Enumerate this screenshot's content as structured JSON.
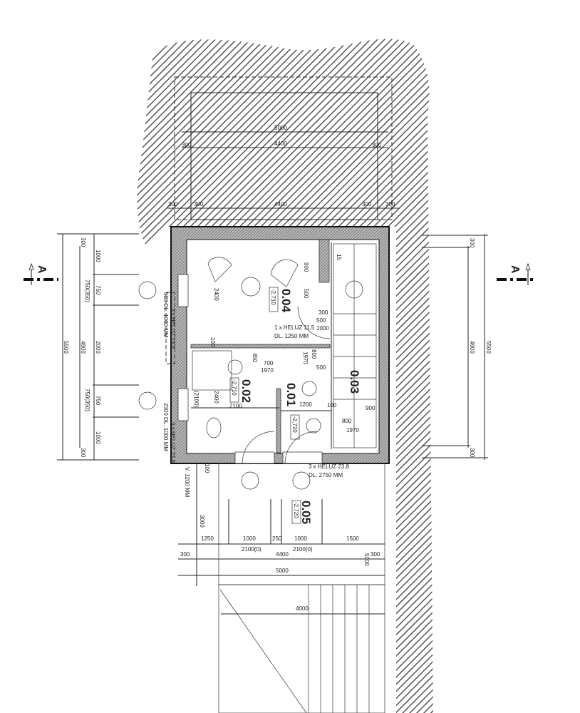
{
  "title": "Floor plan with section A",
  "section_marker": "A",
  "rooms": [
    {
      "number": "0.04",
      "level": "-2,710"
    },
    {
      "number": "0.02",
      "level": "-2,710"
    },
    {
      "number": "0.01",
      "level": "-2,710"
    },
    {
      "number": "0.03"
    },
    {
      "number": "0.05",
      "level": "-2,720"
    }
  ],
  "lintels": {
    "room04_a": "1 x HELUZ 11,5",
    "room04_b": "DL. 1250 MM",
    "left_top_a": "3 x HELUZ 23,8",
    "left_top_b": "500 DL. 1000 MM",
    "left_bottom_a": "3 x HELUZ 23,8",
    "left_bottom_b": "2300 DL. 1000 MM",
    "bottom_a": "3 x HELUZ 23,8",
    "bottom_b": "DL. 2750 MM",
    "height": "V. 1200 MM"
  },
  "dims": {
    "top": [
      "5000",
      "4400",
      "300",
      "300",
      "4400",
      "300",
      "300",
      "300",
      "300"
    ],
    "left": [
      "300",
      "1000",
      "750",
      "750(350)",
      "2000",
      "750",
      "750(350)",
      "1000",
      "300",
      "4900",
      "5500"
    ],
    "right": [
      "300",
      "4900",
      "5500",
      "300"
    ],
    "bottom": [
      "1250",
      "1000",
      "250",
      "1000",
      "1500",
      "2100(0)",
      "2100(0)",
      "300",
      "4400",
      "300",
      "5000",
      "5000",
      "4000",
      "3000",
      "100"
    ],
    "interior": [
      "900",
      "500",
      "2400",
      "100",
      "300",
      "500",
      "1000",
      "700",
      "1970",
      "450",
      "(2100)",
      "2400",
      "2100",
      "1200",
      "100",
      "800",
      "1970",
      "500",
      "900",
      "1970",
      "800",
      "15"
    ]
  },
  "colors": {
    "line": "#222222",
    "hatch": "#555555",
    "wall": "#888888"
  }
}
